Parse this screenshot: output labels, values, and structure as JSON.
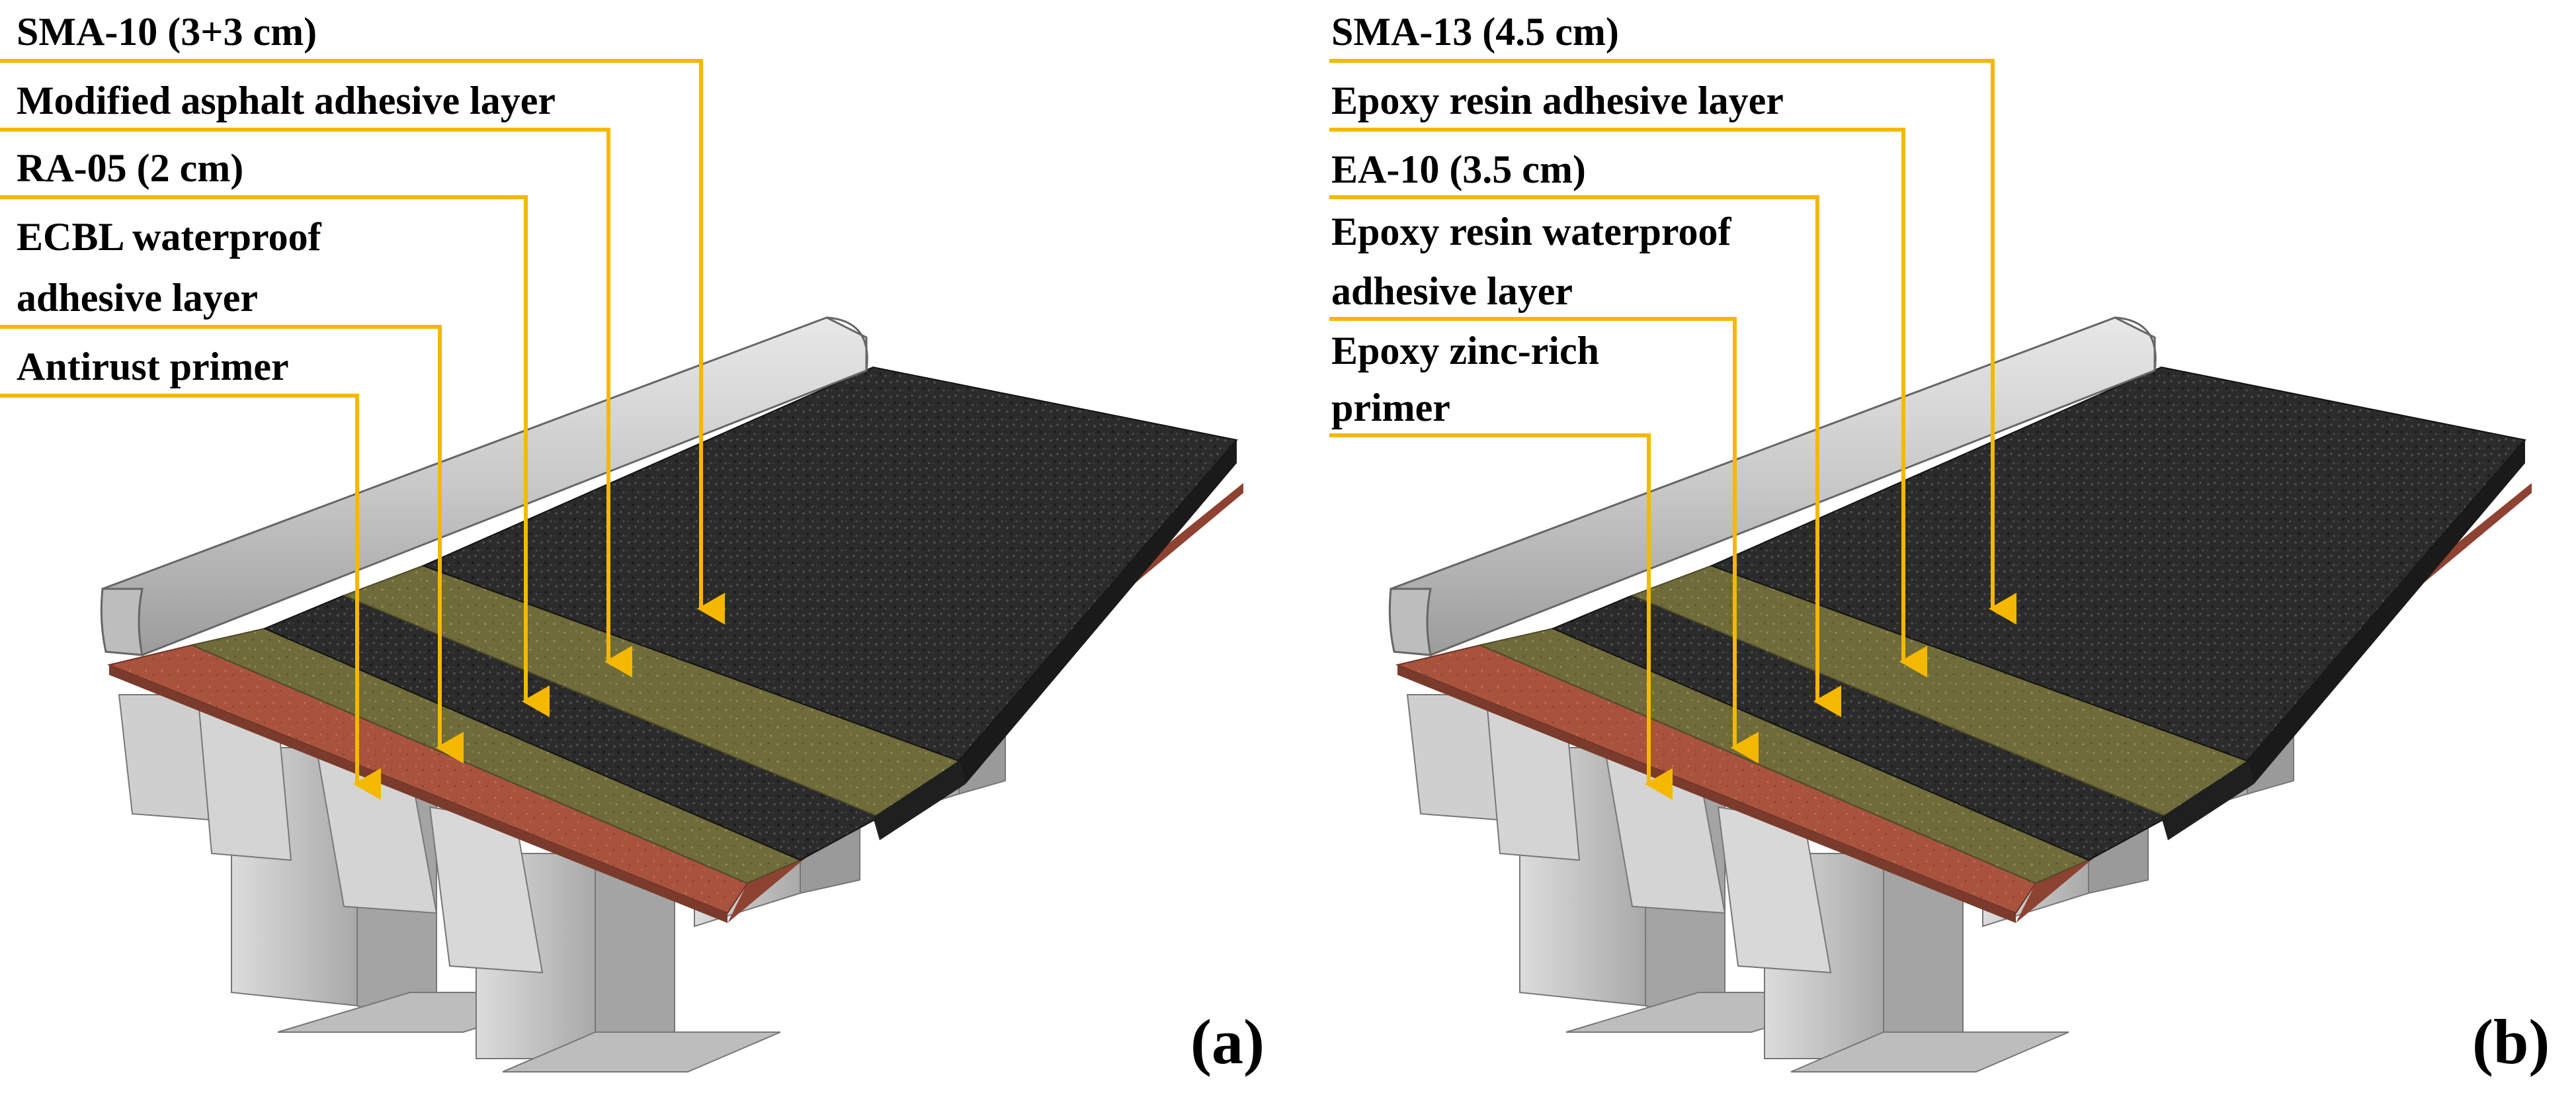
{
  "panels": [
    {
      "letter": "(a)",
      "labels": [
        "SMA-10 (3+3 cm)",
        "Modified asphalt adhesive layer",
        "RA-05 (2 cm)",
        "ECBL waterproof",
        "adhesive layer",
        "Antirust primer"
      ]
    },
    {
      "letter": "(b)",
      "labels": [
        "SMA-13 (4.5 cm)",
        "Epoxy resin adhesive layer",
        "EA-10 (3.5 cm)",
        "Epoxy resin waterproof",
        "adhesive layer",
        "Epoxy zinc-rich",
        "primer"
      ]
    }
  ],
  "colors": {
    "leader": "#F5B800",
    "asphalt": "#2b2b2b",
    "adhesive": "#6f6b3a",
    "primer": "#b0543d",
    "steel": "#c9c9c9"
  }
}
